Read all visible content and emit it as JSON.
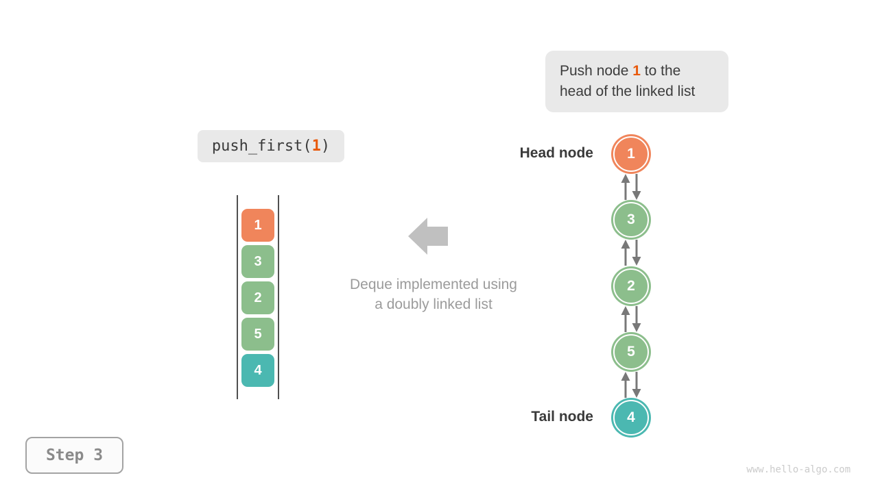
{
  "colors": {
    "orange": "#f0855b",
    "green": "#8cbe8c",
    "teal": "#4bb8b1",
    "accent": "#e8590c",
    "connector_gray": "#787878",
    "big_arrow_gray": "#c0c0c0",
    "bubble_bg": "#e9e9e9"
  },
  "callout": {
    "line1_prefix": "Push node ",
    "line1_highlight": "1",
    "line1_suffix": " to the",
    "line2": "head of the linked list"
  },
  "code": {
    "prefix": "push_first(",
    "highlight": "1",
    "suffix": ")"
  },
  "stack": {
    "items": [
      {
        "value": "1",
        "color": "orange"
      },
      {
        "value": "3",
        "color": "green"
      },
      {
        "value": "2",
        "color": "green"
      },
      {
        "value": "5",
        "color": "green"
      },
      {
        "value": "4",
        "color": "teal"
      }
    ]
  },
  "caption": {
    "line1": "Deque implemented using",
    "line2": "a doubly linked list"
  },
  "list": {
    "head_label": "Head node",
    "tail_label": "Tail node",
    "nodes": [
      {
        "value": "1",
        "color": "orange"
      },
      {
        "value": "3",
        "color": "green"
      },
      {
        "value": "2",
        "color": "green"
      },
      {
        "value": "5",
        "color": "green"
      },
      {
        "value": "4",
        "color": "teal"
      }
    ]
  },
  "step": {
    "label": "Step 3"
  },
  "watermark": {
    "text": "www.hello-algo.com"
  }
}
